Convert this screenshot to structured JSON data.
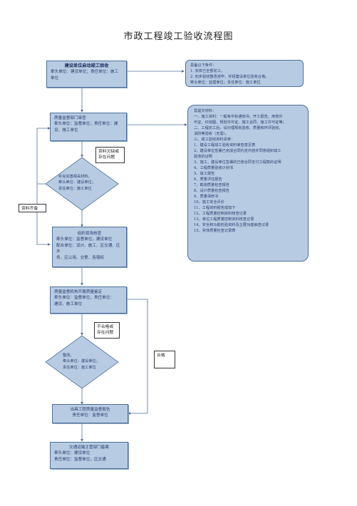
{
  "title": "市政工程竣工验收流程图",
  "box1": {
    "title": "建设单位启动竣工验收",
    "sub": [
      "牵头单位：建设单位；责任单位：施工",
      "单位"
    ]
  },
  "box_conditions": {
    "lines": [
      "具备以下条件：",
      "1. 实体已全部完工。",
      "2. 初步验收整改完毕，并经建设单位验收合格。",
      "牵头单位：监理单位；责任单位：施工单位"
    ]
  },
  "box2": {
    "lines": [
      "质量监督部门审查",
      "牵头单位：监督单位；责任单位：建",
      "设、施工单位"
    ]
  },
  "note_missing": {
    "lines": [
      "资料欠缺或",
      "存在问题"
    ]
  },
  "diamond1": {
    "lines": [
      "补充完善相关材料。",
      "牵头单位：建设单位；",
      "责任单位：施工单位"
    ]
  },
  "note_complete": {
    "text": "资料齐备"
  },
  "box3": {
    "lines": [
      "组织现场核查",
      "牵头单位：监督单位，建设单位",
      "配合单位：设计、施工、区交通、区水",
      "务、区公用、交警、各辖权"
    ]
  },
  "materials": {
    "lines": [
      "需提交材料：",
      "一、施工资料：一般有中标通知书、开工报告、用地许",
      "可证、红线图、规划许可证、施工合同、施工许可证等；",
      "二、工程完工后，设办理规划验收、质量和环评验收，",
      "消防等验收（无需）。",
      "三、竣工验收资料清单：",
      "1、建设工程竣工验收资料审查意见表",
      "2、建设单位签署已完成合同约定内容并同意组织竣工",
      "验收的证明",
      "3、施工、建设单位签署的已按合同支付工程款的证明",
      "4、工程质量验收计划书",
      "5、竣工报告",
      "6、质量评估报告",
      "7、勘测质量检查报告",
      "8、设计质量检查报告",
      "9、质量保修书",
      "10、施工安全评价",
      "11、工程资料报告成如下",
      "12、工程质量控制资料核查记录",
      "13、单位工程质量控制资料核查记录",
      "14、安全和功能检验资料及主要功能抽查记录",
      "15、实体质量检查记录表"
    ]
  },
  "box4": {
    "lines": [
      "质量监督机构开展质量鉴定",
      "牵头单位：监督单位，责任单位：",
      "建设、施工单位"
    ]
  },
  "note_fail": {
    "lines": [
      "不合格或",
      "存在问题"
    ]
  },
  "diamond2": {
    "lines": [
      "整改。",
      "牵头单位：建设单位；",
      "责任单位：施工单位"
    ]
  },
  "note_pass": {
    "text": "合格"
  },
  "box5": {
    "lines": [
      "出具工程质量监督报告",
      "责任单位：监督单位"
    ]
  },
  "box6": {
    "lines": [
      "交通运输主管部门备案",
      "牵头单位：建设单位",
      "责任单位：监督单位，区交通"
    ]
  }
}
